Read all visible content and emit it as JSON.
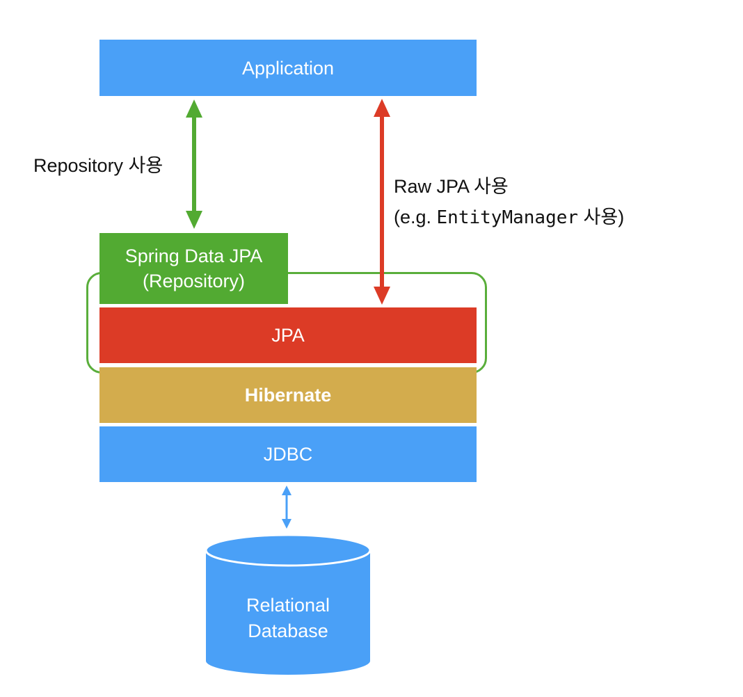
{
  "colors": {
    "blue": "#4aa0f7",
    "green": "#52aa32",
    "red": "#dc3b26",
    "gold": "#d3ac4d",
    "frame_green": "#5aae3b"
  },
  "layers": {
    "application": "Application",
    "spring_data_jpa_line1": "Spring Data JPA",
    "spring_data_jpa_line2": "(Repository)",
    "jpa": "JPA",
    "hibernate": "Hibernate",
    "jdbc": "JDBC"
  },
  "database": {
    "line1": "Relational",
    "line2": "Database"
  },
  "arrows": {
    "repository_label": "Repository 사용",
    "raw_jpa_label_line1": "Raw JPA 사용",
    "raw_jpa_label_line2_prefix": "(e.g. ",
    "raw_jpa_label_line2_code": "EntityManager",
    "raw_jpa_label_line2_suffix": " 사용)"
  }
}
